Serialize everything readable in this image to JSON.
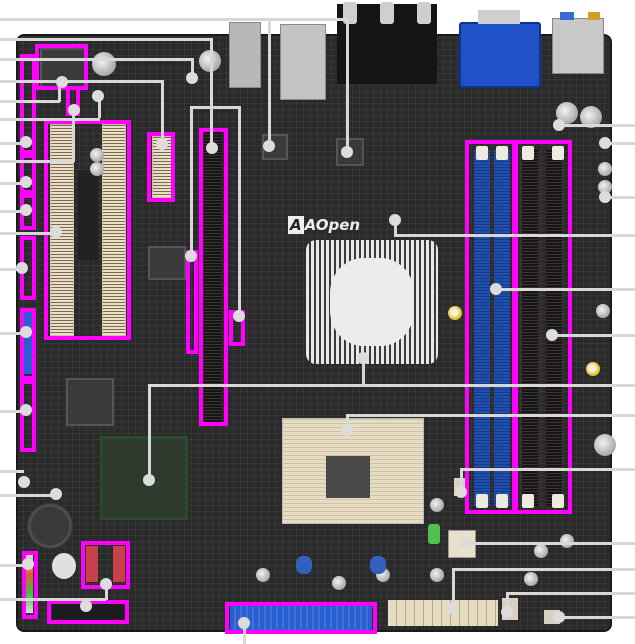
{
  "figure": {
    "type": "motherboard-layout-diagram",
    "board_logo": "AOpen",
    "colors": {
      "highlight": "#ff00ff",
      "callout_line": "#d8d8d8",
      "pcb": "#2a2a2a",
      "dimm_blue": "#1f4fb0",
      "ide_blue": "#2a5fd0",
      "sata_red": "#c8404a"
    },
    "components": [
      {
        "id": "bios-chip",
        "highlighted": true
      },
      {
        "id": "front-panel-header-left",
        "highlighted": true
      },
      {
        "id": "cd-in-connector",
        "highlighted": true
      },
      {
        "id": "pci-slot-1",
        "highlighted": true
      },
      {
        "id": "pci-slot-2",
        "highlighted": true
      },
      {
        "id": "pci-express-x1-slot",
        "highlighted": true
      },
      {
        "id": "pci-express-x16-slot",
        "highlighted": true
      },
      {
        "id": "usb-header-1",
        "highlighted": true
      },
      {
        "id": "usb-header-2",
        "highlighted": true
      },
      {
        "id": "ieee1394-header",
        "highlighted": true
      },
      {
        "id": "com-header",
        "highlighted": true
      },
      {
        "id": "front-audio-header",
        "highlighted": true
      },
      {
        "id": "ddr2-dimm-1-blue",
        "highlighted": true
      },
      {
        "id": "ddr2-dimm-2-black",
        "highlighted": true
      },
      {
        "id": "ide-connector",
        "highlighted": true
      },
      {
        "id": "sata-connectors",
        "highlighted": true
      },
      {
        "id": "floppy-connector",
        "highlighted": true
      },
      {
        "id": "front-panel-connector",
        "highlighted": true
      },
      {
        "id": "northbridge-heatsink",
        "highlighted": false
      },
      {
        "id": "cpu-socket-478",
        "highlighted": false
      },
      {
        "id": "southbridge-chip",
        "highlighted": false
      },
      {
        "id": "atx-power-24pin",
        "highlighted": false
      },
      {
        "id": "atx-12v-4pin",
        "highlighted": false
      },
      {
        "id": "cpu-fan-connector",
        "highlighted": false
      },
      {
        "id": "system-fan-connector",
        "highlighted": false
      },
      {
        "id": "battery",
        "highlighted": false
      },
      {
        "id": "vga-port",
        "highlighted": false
      },
      {
        "id": "audio-jacks",
        "highlighted": false
      },
      {
        "id": "lan-usb-ports",
        "highlighted": false
      },
      {
        "id": "ps2-ports",
        "highlighted": false
      }
    ],
    "callouts": {
      "left_count": 19,
      "right_count": 15,
      "top_count": 2,
      "bottom_count": 1
    }
  }
}
